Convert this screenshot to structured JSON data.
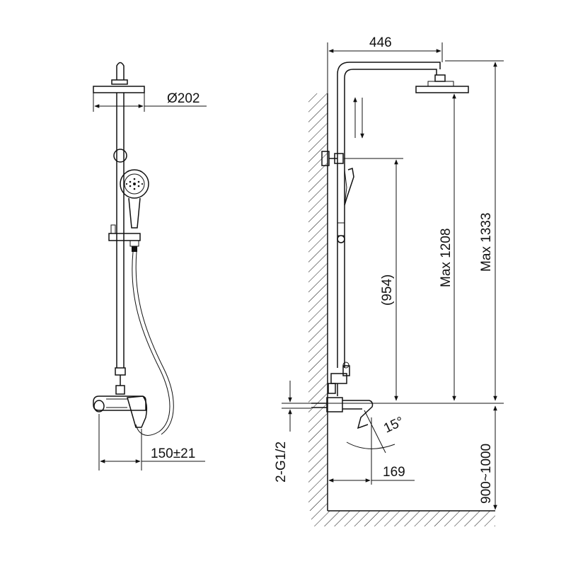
{
  "colors": {
    "line": "#111111",
    "background": "#ffffff",
    "hatch": "#111111"
  },
  "front_view": {
    "head_diameter": "Ø202",
    "mixer_offset": "150±21"
  },
  "side_view": {
    "arm_length": "446",
    "slide_height": "(954)",
    "max_height_outlet": "Max 1208",
    "max_height_total": "Max 1333",
    "spout_angle": "15°",
    "spout_projection": "169",
    "inlet_size": "2-G1/2",
    "install_height": "900~1000"
  }
}
